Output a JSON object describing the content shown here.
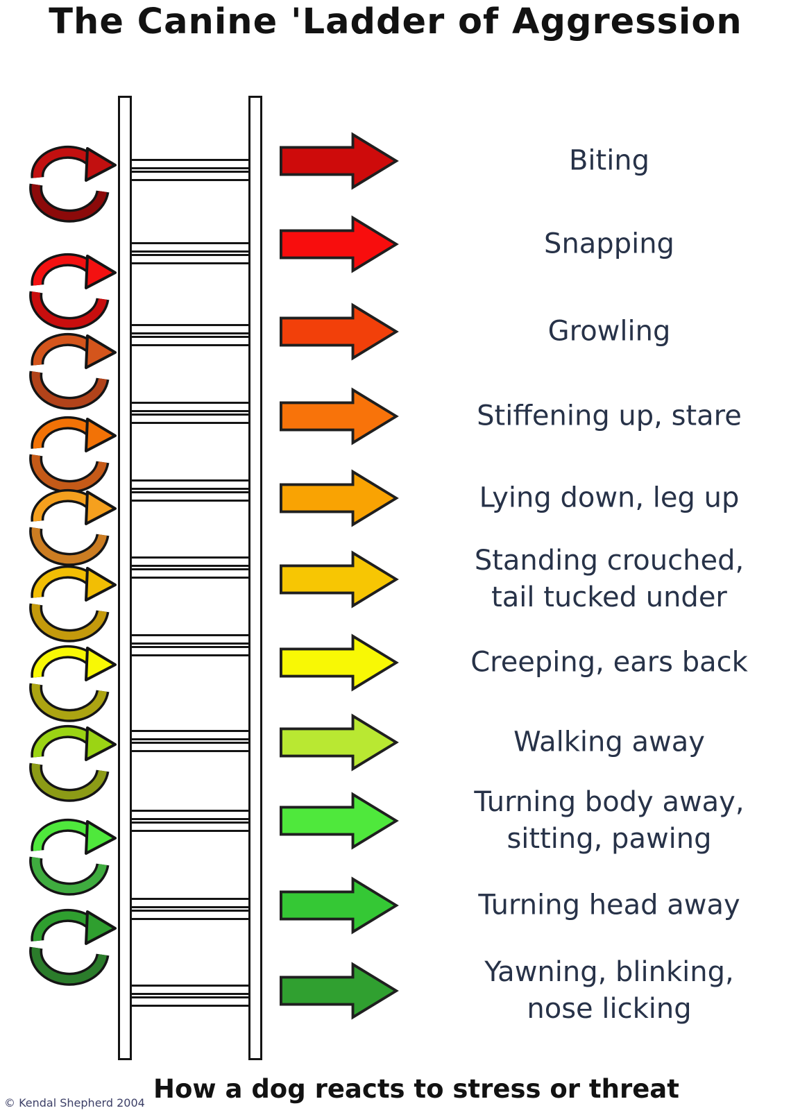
{
  "title": "The Canine 'Ladder of Aggression",
  "caption": "How a dog reacts to stress or threat",
  "copyright": "© Kendal Shepherd 2004",
  "text_color": "#273248",
  "rows": [
    {
      "line1": "Biting",
      "line2": "",
      "color": "#CE0B0B"
    },
    {
      "line1": "Snapping",
      "line2": "",
      "color": "#F80D0D"
    },
    {
      "line1": "Growling",
      "line2": "",
      "color": "#F2400A"
    },
    {
      "line1": "Stiffening up, stare",
      "line2": "",
      "color": "#F8730A"
    },
    {
      "line1": "Lying down, leg up",
      "line2": "",
      "color": "#F9A303"
    },
    {
      "line1": "Standing crouched,",
      "line2": "tail tucked under",
      "color": "#F7C603"
    },
    {
      "line1": "Creeping, ears back",
      "line2": "",
      "color": "#F8F805"
    },
    {
      "line1": "Walking away",
      "line2": "",
      "color": "#B9E832"
    },
    {
      "line1": "Turning body away,",
      "line2": "sitting, pawing",
      "color": "#4FE83C"
    },
    {
      "line1": "Turning head away",
      "line2": "",
      "color": "#35C835"
    },
    {
      "line1": "Yawning, blinking,",
      "line2": "nose licking",
      "color": "#30A030"
    }
  ],
  "ladder": {
    "rails": 2,
    "rungs": 11
  },
  "spiral_segments": [
    {
      "head": "#C21010",
      "body": "#8C0A0A"
    },
    {
      "head": "#F31111",
      "body": "#C90E0E"
    },
    {
      "head": "#D4551C",
      "body": "#B2431A"
    },
    {
      "head": "#F27206",
      "body": "#C55A18"
    },
    {
      "head": "#F5A01E",
      "body": "#CC7D22"
    },
    {
      "head": "#F2BE04",
      "body": "#C49A0C"
    },
    {
      "head": "#F8F805",
      "body": "#ACA412"
    },
    {
      "head": "#9BD414",
      "body": "#8C9B16"
    },
    {
      "head": "#4FE83C",
      "body": "#3FAC3F"
    },
    {
      "head": "#2F9F2F",
      "body": "#2B7C2B"
    }
  ]
}
